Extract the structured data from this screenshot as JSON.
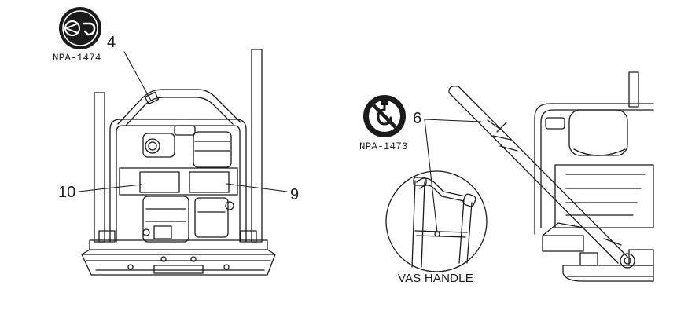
{
  "figure": {
    "decal_left": {
      "code": "NPA-1474",
      "icon": "hook-lift-point-icon"
    },
    "decal_right": {
      "code": "NPA-1473",
      "icon": "no-hook-lift-icon"
    },
    "callouts": {
      "c4": "4",
      "c10": "10",
      "c9": "9",
      "c6": "6"
    },
    "detail_caption": "VAS HANDLE",
    "colors": {
      "ink": "#1a1a1a",
      "decal_fill": "#1a1a1a",
      "paper": "#ffffff"
    }
  }
}
